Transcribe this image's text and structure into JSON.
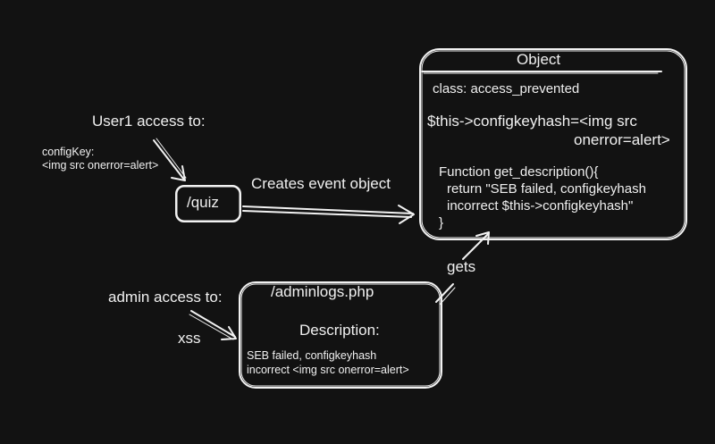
{
  "user1": {
    "label": "User1 access to:",
    "config_line1": "configKey:",
    "config_line2": "<img src onerror=alert>"
  },
  "quiz_box": {
    "label": "/quiz"
  },
  "create_arrow": {
    "label": "Creates event object"
  },
  "object_box": {
    "title": "Object",
    "class_line": "class: access_prevented",
    "prop_line1": "$this->configkeyhash=<img src",
    "prop_line2": "onerror=alert>",
    "func_line1": "Function get_description(){",
    "func_line2": "return \"SEB failed, configkeyhash",
    "func_line3": "incorrect $this->configkeyhash\"",
    "func_line4": "}"
  },
  "gets_arrow": {
    "label": "gets"
  },
  "admin": {
    "label": "admin access to:",
    "xss": "xss"
  },
  "adminlogs_box": {
    "title": "/adminlogs.php",
    "desc_label": "Description:",
    "desc_line1": "SEB failed, configkeyhash",
    "desc_line2": "incorrect <img src onerror=alert>"
  }
}
